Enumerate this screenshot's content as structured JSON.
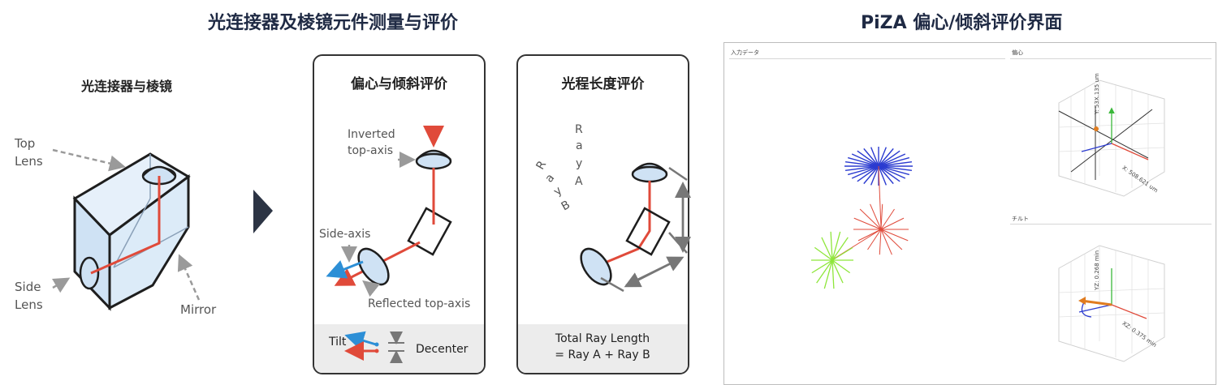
{
  "left_title": "光连接器及棱镜元件测量与评价",
  "right_title": "PiZA 偏心/倾斜评价界面",
  "prism": {
    "heading": "光连接器与棱镜",
    "top_lens": [
      "Top",
      "Lens"
    ],
    "side_lens": [
      "Side",
      "Lens"
    ],
    "mirror": "Mirror"
  },
  "card_tilt": {
    "title": "偏心与倾斜评价",
    "inverted": [
      "Inverted",
      "top-axis"
    ],
    "side_axis": "Side-axis",
    "reflected": "Reflected top-axis",
    "tilt": "Tilt",
    "decenter": "Decenter"
  },
  "card_length": {
    "title": "光程长度评价",
    "ray_a": [
      "R",
      "a",
      "y",
      "A"
    ],
    "ray_b": [
      "R",
      "a",
      "y",
      "B"
    ],
    "total": [
      "Total Ray Length",
      "= Ray A + Ray B"
    ]
  },
  "software": {
    "input_tab": "入力データ",
    "decenter_tab": "偏心",
    "tilt_tab": "チルト",
    "decenter_y": "Y: 53X.135 um",
    "decenter_x": "X: 508.621 um",
    "tilt_y": "YZ: 0.268 min",
    "tilt_x": "XZ: 0.375 min"
  },
  "colors": {
    "title": "#1f2a44",
    "ray_red": "#e04a3a",
    "ray_blue": "#2d8fd6",
    "prism_fill": "#dcebf8",
    "arrow_gray": "#9a9a9a"
  }
}
